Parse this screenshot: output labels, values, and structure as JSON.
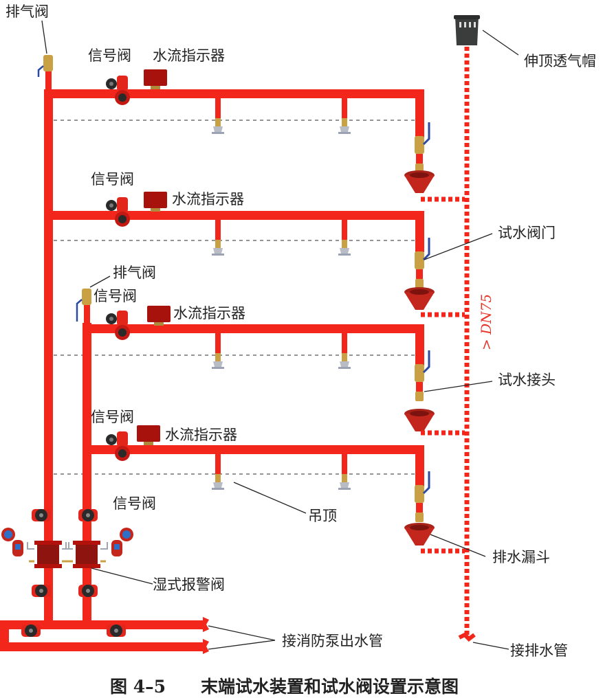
{
  "colors": {
    "pipe": "#f2261a",
    "valve_dark": "#b3120c",
    "brass": "#c9a043",
    "handle": "#2b4aa0",
    "cap_gray": "#3a3d3c",
    "ceiling_line": "#555555"
  },
  "labels": {
    "exhaust_valve_top": "排气阀",
    "exhaust_valve_mid": "排气阀",
    "signal_valve_1": "信号阀",
    "signal_valve_2": "信号阀",
    "signal_valve_3": "信号阀",
    "signal_valve_4": "信号阀",
    "signal_valve_bottom": "信号阀",
    "flow_indicator_1": "水流指示器",
    "flow_indicator_2": "水流指示器",
    "flow_indicator_3": "水流指示器",
    "flow_indicator_4": "水流指示器",
    "vent_cap": "伸顶透气帽",
    "test_valve": "试水阀门",
    "test_connector": "试水接头",
    "drain_funnel": "排水漏斗",
    "suspended_ceiling": "吊顶",
    "wet_alarm_valve": "湿式报警阀",
    "pump_outlet": "接消防泵出水管",
    "drain_pipe_connect": "接排水管",
    "pipe_size": "> DN75"
  },
  "caption": {
    "number": "图 4–5",
    "title": "末端试水装置和试水阀设置示意图"
  }
}
